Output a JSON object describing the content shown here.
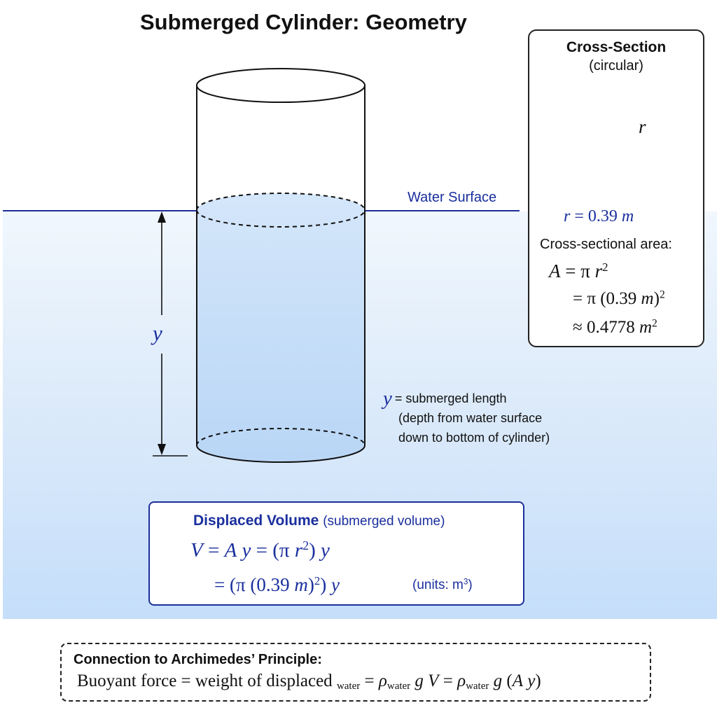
{
  "title": "Submerged Cylinder: Geometry",
  "water_surface_label": "Water Surface",
  "depth_symbol": "y",
  "y_note": {
    "symbol": "y",
    "line1": "= submerged length",
    "line2": "(depth from water surface",
    "line3": "down to bottom of cylinder)"
  },
  "cross_section": {
    "title": "Cross-Section",
    "subtitle": "(circular)",
    "radius_symbol": "r",
    "radius_value": "r = 0.39 m",
    "area_label": "Cross-sectional area:",
    "eq1": "A = π r²",
    "eq2": "= π (0.39 m)²",
    "eq3": "≈ 0.4778 m²"
  },
  "displaced_volume": {
    "title": "Displaced Volume",
    "title_note": "(submerged volume)",
    "eq1": "V = A y = (π r²) y",
    "eq2": "= (π (0.39 m)²) y",
    "units": "(units: m³)"
  },
  "archimedes": {
    "title": "Connection to Archimedes’ Principle:",
    "equation": "Buoyant force = weight of displaced water = ρwater g V = ρwater g (A y)"
  },
  "colors": {
    "accent_blue": "#1a2f9e",
    "water_top": "#f1f7fd",
    "water_bottom": "#c5defa",
    "cylinder_fill": "#b9d6f6",
    "outline": "#111111"
  }
}
